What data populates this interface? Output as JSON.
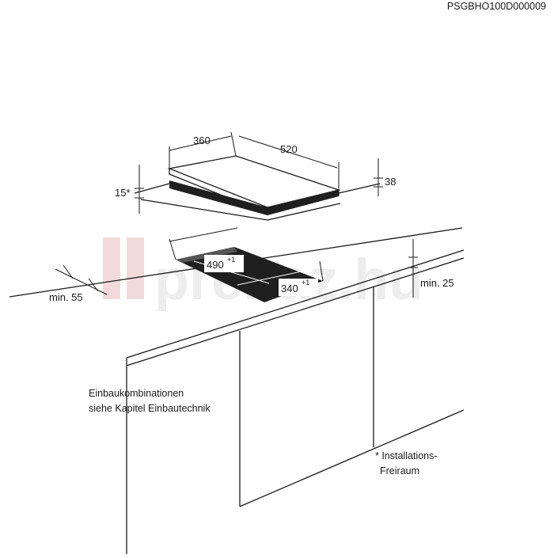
{
  "doc_code": "PSGBHO100D000009",
  "watermark": "prenaz.hu",
  "dimensions": {
    "width_depth": "360",
    "width": "520",
    "height_above": "38",
    "height_recess": "15*",
    "cutout_width": "490",
    "cutout_width_tol": "+1",
    "cutout_depth": "340",
    "cutout_depth_tol": "+1",
    "min_front": "min. 55",
    "min_back": "min. 25"
  },
  "notes": {
    "combo_line1": "Einbaukombinationen",
    "combo_line2": "siehe Kapitel Einbautechnik",
    "install_line1": "* Installations-",
    "install_line2": "Freiraum"
  },
  "colors": {
    "line": "#1a1a1a",
    "cutout": "#1f1f1f",
    "watermark_red": "#e8b0b0"
  }
}
